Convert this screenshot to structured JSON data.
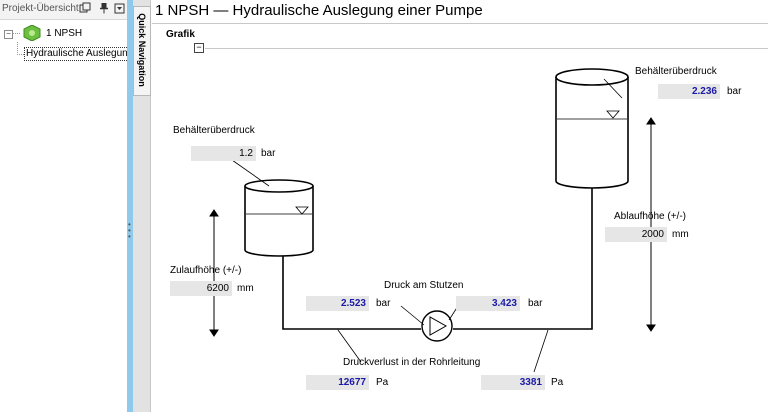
{
  "project_panel": {
    "title": "Projekt-Übersicht",
    "tree": {
      "root_label": "1 NPSH",
      "child_label": "Hydraulische Auslegung"
    }
  },
  "quick_navigation": {
    "label": "Quick Navigation"
  },
  "page": {
    "title": "1 NPSH — Hydraulische Auslegung einer Pumpe",
    "section": "Grafik"
  },
  "diagram": {
    "left_tank": {
      "pressure_label": "Behälterüberdruck",
      "pressure_value": "1.2",
      "pressure_unit": "bar"
    },
    "right_tank": {
      "pressure_label": "Behälterüberdruck",
      "pressure_value": "2.236",
      "pressure_unit": "bar"
    },
    "inlet_height": {
      "label": "Zulaufhöhe (+/-)",
      "value": "6200",
      "unit": "mm"
    },
    "outlet_height": {
      "label": "Ablaufhöhe (+/-)",
      "value": "2000",
      "unit": "mm"
    },
    "nozzle_pressure": {
      "label": "Druck am Stutzen",
      "suction_value": "2.523",
      "suction_unit": "bar",
      "discharge_value": "3.423",
      "discharge_unit": "bar"
    },
    "pipe_loss": {
      "label": "Druckverlust in der Rohrleitung",
      "suction_value": "12677",
      "suction_unit": "Pa",
      "discharge_value": "3381",
      "discharge_unit": "Pa"
    }
  },
  "colors": {
    "splitter": "#8fc9ec",
    "computed_value": "#1a1aa6",
    "input_background": "#e6e6e6",
    "npsh_icon": "#6cbf3f"
  }
}
